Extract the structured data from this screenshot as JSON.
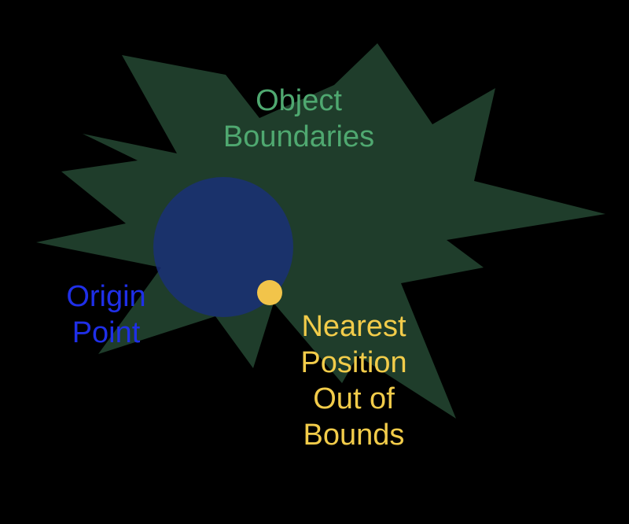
{
  "diagram": {
    "colors": {
      "background": "#000000",
      "object_fill": "#1f3d2b",
      "origin_fill": "#1a2f7a",
      "nearest_fill": "#f2c44a"
    },
    "labels": {
      "object_boundaries": {
        "line1": "Object",
        "line2": "Boundaries",
        "color": "#4fa870"
      },
      "origin_point": {
        "line1": "Origin",
        "line2": "Point",
        "color": "#1f2fe8"
      },
      "nearest_position": {
        "line1": "Nearest",
        "line2": "Position",
        "line3": "Out of",
        "line4": "Bounds",
        "color": "#f2cc4a"
      }
    }
  }
}
